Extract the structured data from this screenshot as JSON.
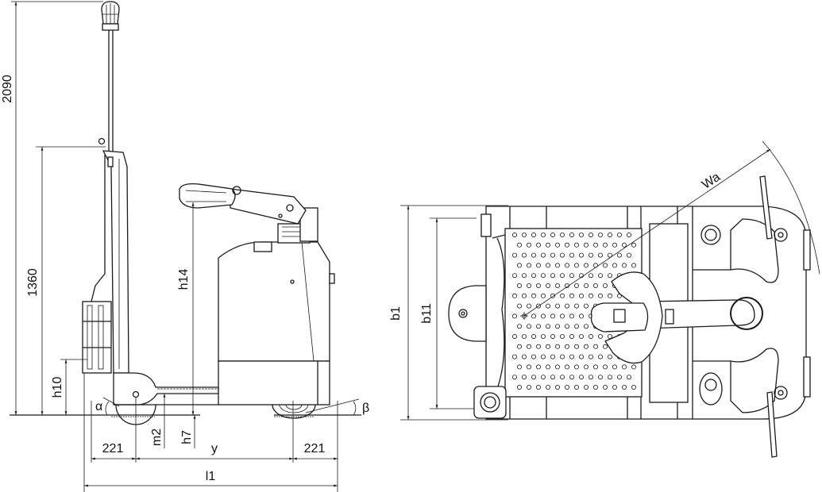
{
  "side_view": {
    "dim_overall_height": "2090",
    "dim_platform_height": "1360",
    "dim_tiller_height": "h14",
    "dim_fork_height": "h10",
    "dim_ground_clearance_platform": "h7",
    "dim_ground_clearance": "m2",
    "dim_front_offset": "221",
    "dim_wheelbase": "y",
    "dim_rear_offset": "221",
    "dim_length": "l1",
    "angle_front": "α",
    "angle_rear": "β"
  },
  "top_view": {
    "dim_width": "b1",
    "dim_wheel_track": "b11",
    "dim_turning_radius": "Wa"
  },
  "colors": {
    "line": "#1a1a1a",
    "background": "#ffffff"
  }
}
